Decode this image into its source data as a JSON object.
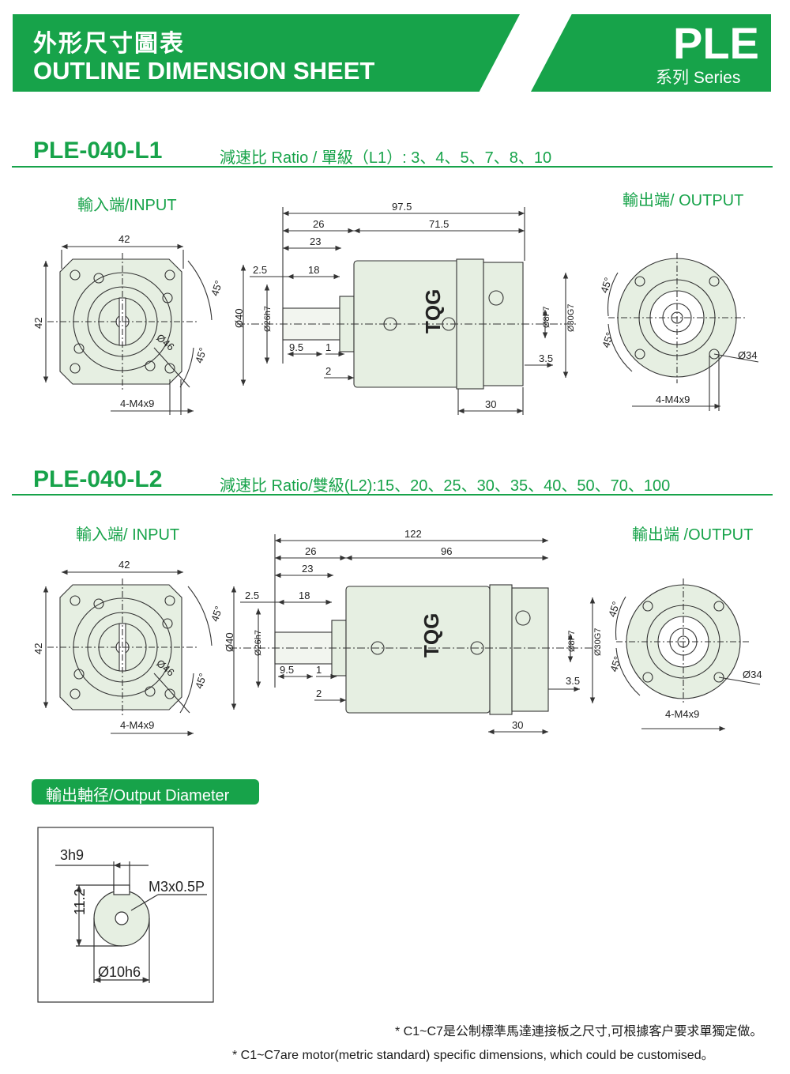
{
  "header": {
    "title_cn": "外形尺寸圖表",
    "title_en": "OUTLINE DIMENSION SHEET",
    "series_code": "PLE",
    "series_label": "系列 Series"
  },
  "colors": {
    "accent": "#17a34a",
    "part_fill": "#e6efe2",
    "line": "#333333"
  },
  "sections": [
    {
      "model": "PLE-040-L1",
      "ratio": "減速比 Ratio / 單級（L1）: 3、4、5、7、8、10",
      "input_label": "輸入端/INPUT",
      "output_label": "輸出端/ OUTPUT",
      "dims": {
        "flange_w": "42",
        "flange_h": "42",
        "angle": "45°",
        "d46": "Ø46",
        "holes": "4-M4x9",
        "total": "97.5",
        "a26": "26",
        "a23": "23",
        "a71": "71.5",
        "a25": "2.5",
        "a18": "18",
        "a95": "9.5",
        "a1": "1",
        "a2": "2",
        "d40": "Ø40",
        "d26": "Ø26h7",
        "d8": "Ø8F7",
        "d30": "Ø30G7",
        "a35": "3.5",
        "a30": "30",
        "out_angle": "45°",
        "d34": "Ø34",
        "out_holes": "4-M4x9",
        "brand": "TQG"
      }
    },
    {
      "model": "PLE-040-L2",
      "ratio": "減速比 Ratio/雙級(L2):15、20、25、30、35、40、50、70、100",
      "input_label": "輸入端/ INPUT",
      "output_label": "輸出端 /OUTPUT",
      "dims": {
        "flange_w": "42",
        "flange_h": "42",
        "angle": "45°",
        "d46": "Ø46",
        "holes": "4-M4x9",
        "total": "122",
        "a26": "26",
        "a23": "23",
        "a71": "96",
        "a25": "2.5",
        "a18": "18",
        "a95": "9.5",
        "a1": "1",
        "a2": "2",
        "d40": "Ø40",
        "d26": "Ø26h7",
        "d8": "Ø8F7",
        "d30": "Ø30G7",
        "a35": "3.5",
        "a30": "30",
        "out_angle": "45°",
        "d34": "Ø34",
        "out_holes": "4-M4x9",
        "brand": "TQG"
      }
    }
  ],
  "output_diameter": {
    "label": "輸出軸径/Output Diameter",
    "key": "3h9",
    "thread": "M3x0.5P",
    "height": "11.2",
    "diameter": "Ø10h6"
  },
  "notes": {
    "cn": "* C1~C7是公制標準馬達連接板之尺寸,可根據客户要求單獨定做。",
    "en": "* C1~C7are motor(metric standard) specific dimensions, which could be customised。"
  }
}
